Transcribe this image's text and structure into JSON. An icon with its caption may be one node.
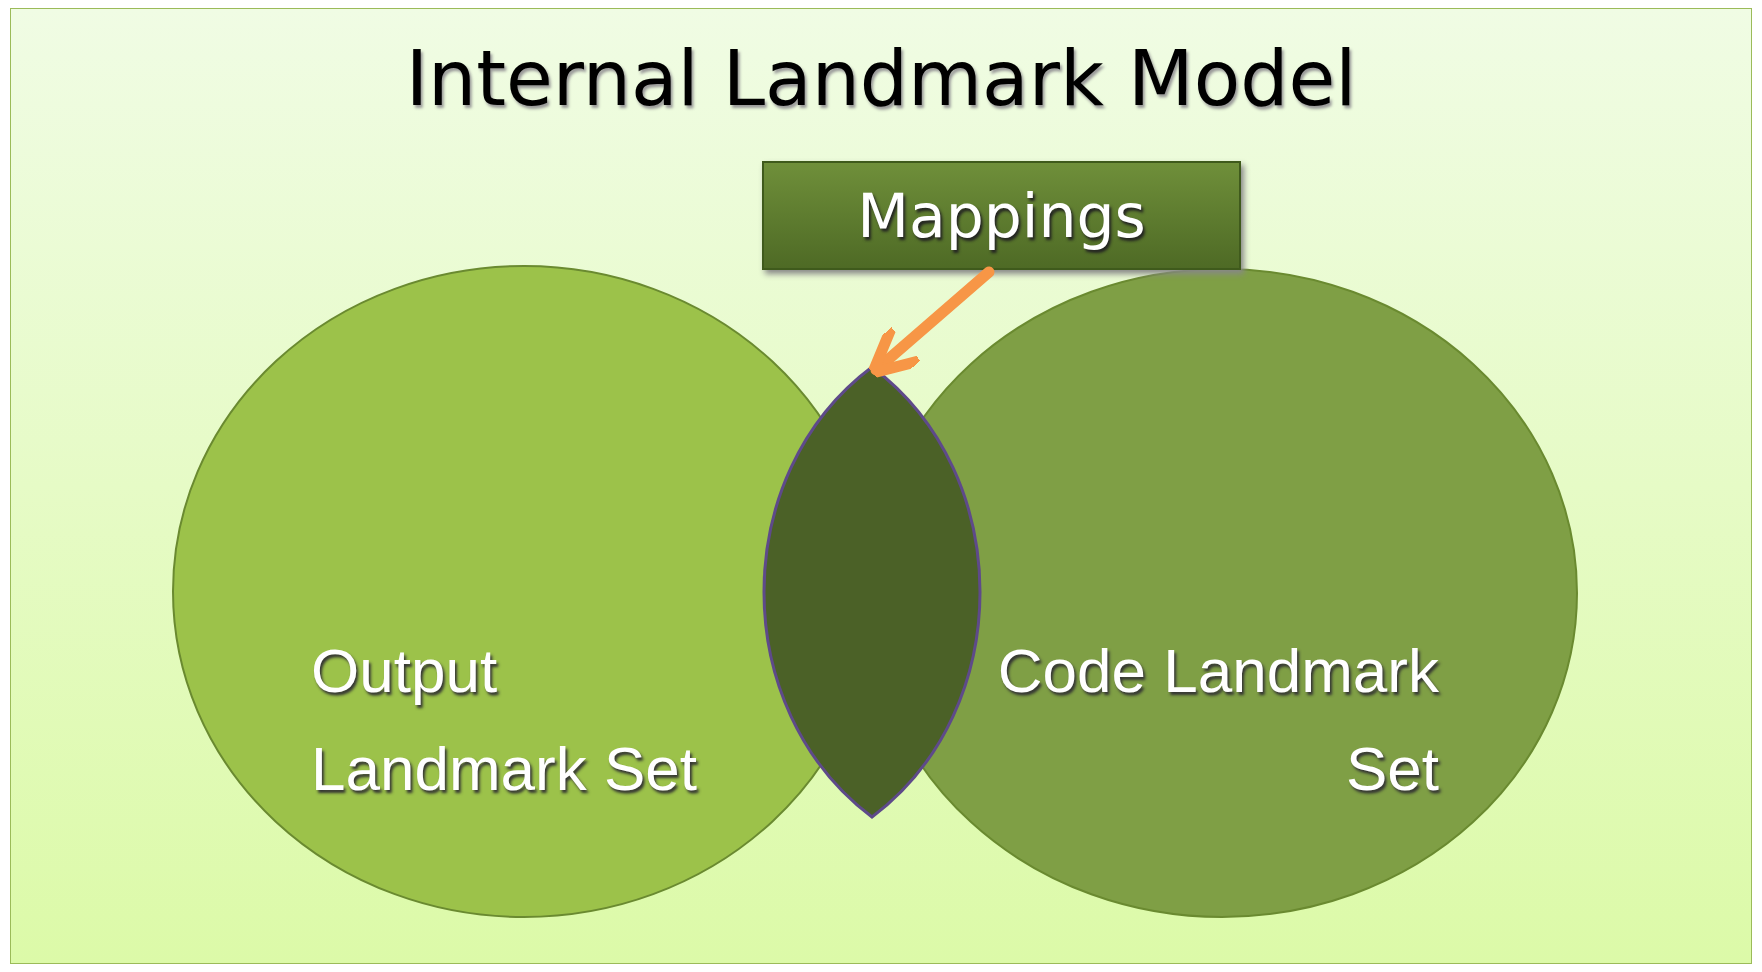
{
  "diagram": {
    "title": "Internal Landmark Model",
    "nodes": [
      {
        "text": [
          "Mappings"
        ]
      },
      {
        "text": [
          "Output Landmark Set"
        ]
      },
      {
        "text": [
          "Code Landmark Set"
        ]
      },
      {
        "text": [],
        "shape": "lens"
      }
    ],
    "edges": [
      {
        "from": 0,
        "to": 3,
        "arrow": "to"
      }
    ]
  }
}
